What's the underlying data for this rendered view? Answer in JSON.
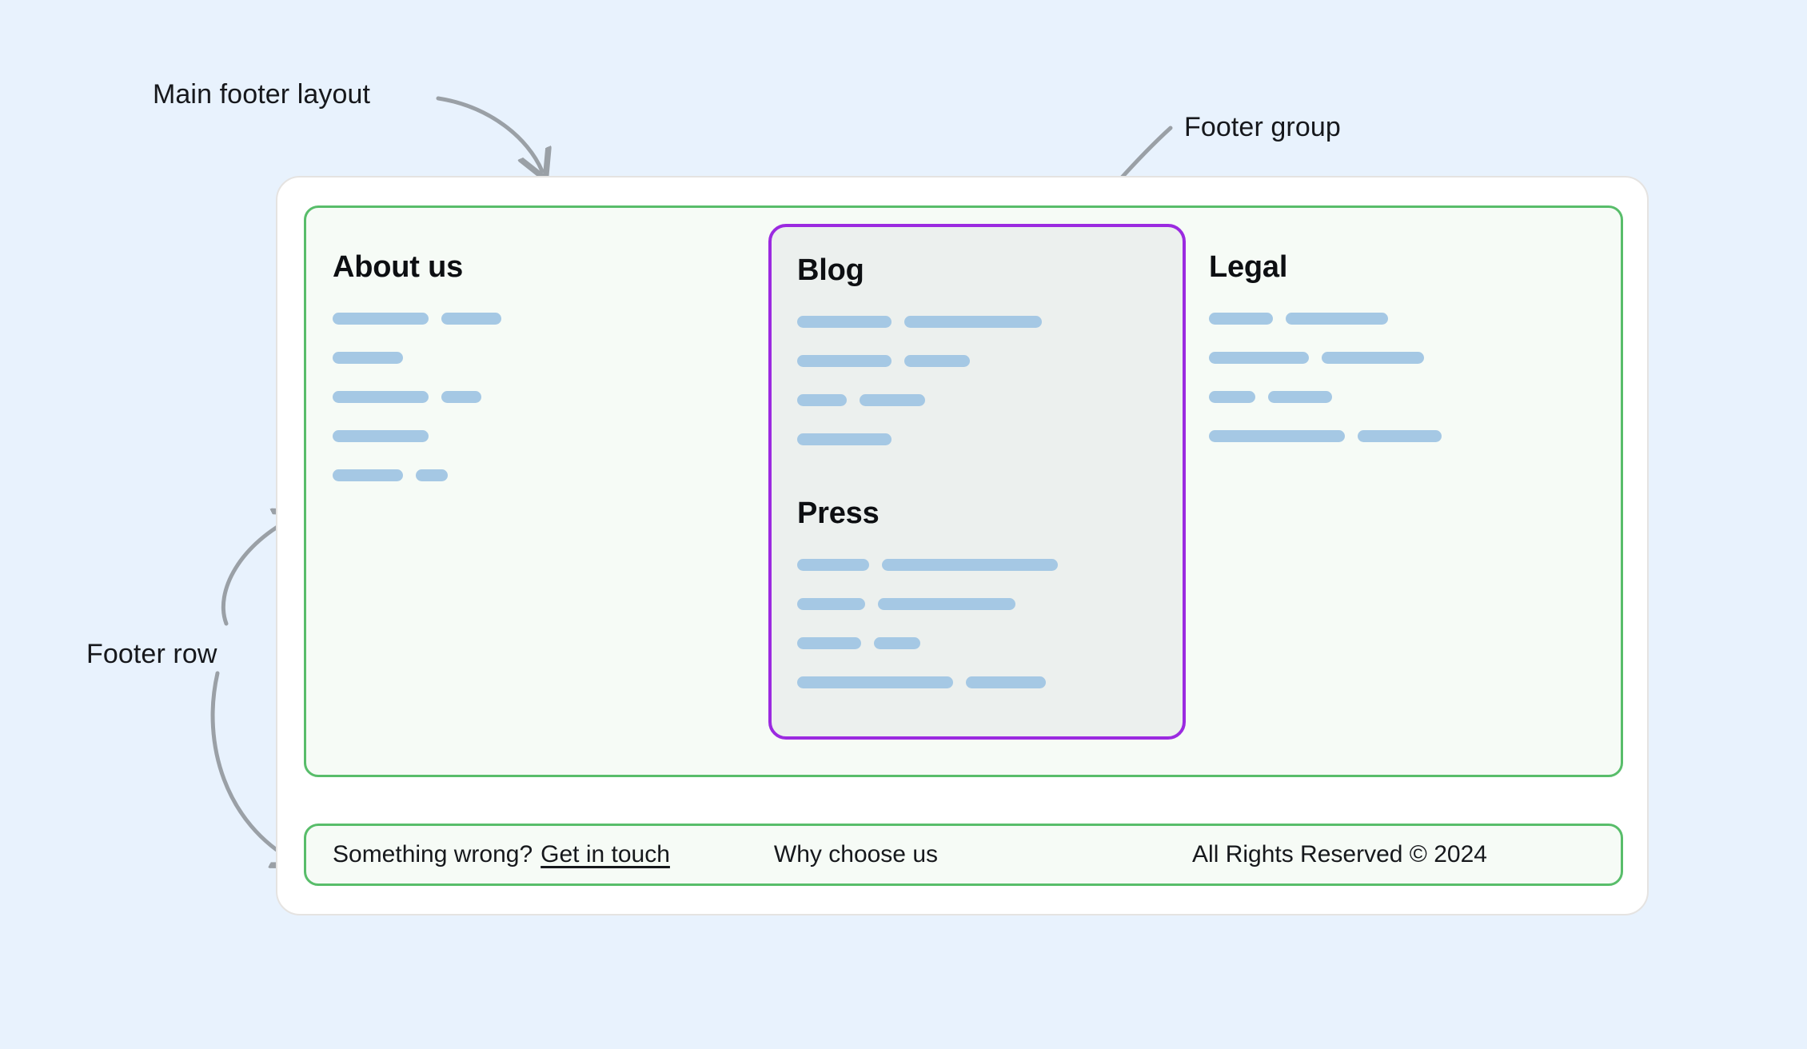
{
  "annotations": [
    {
      "id": "main-footer-layout",
      "label": "Main footer layout"
    },
    {
      "id": "footer-group",
      "label": "Footer group"
    },
    {
      "id": "footer-row",
      "label": "Footer row"
    }
  ],
  "colors": {
    "page_background": "#e8f2fd",
    "card_background": "#ffffff",
    "card_border": "#e5e3e1",
    "region_outline_green": "#58bd6a",
    "region_fill_green": "#f6fbf6",
    "group_outline_purple": "#9b2ae0",
    "group_fill": "#ecf0ee",
    "skeleton_bar": "#a5c8e4",
    "annotation_arrow": "#9aa0a6",
    "text": "#16181c"
  },
  "footer": {
    "columns": {
      "about": {
        "heading": "About us",
        "rows": [
          [
            120,
            75
          ],
          [
            88
          ],
          [
            120,
            50
          ],
          [
            120
          ],
          [
            88,
            40
          ]
        ]
      },
      "blog": {
        "heading": "Blog",
        "rows": [
          [
            118,
            172
          ],
          [
            118,
            82
          ],
          [
            62,
            82
          ],
          [
            118
          ]
        ]
      },
      "press": {
        "heading": "Press",
        "rows": [
          [
            90,
            220
          ],
          [
            85,
            172
          ],
          [
            80,
            58
          ],
          [
            195,
            100
          ]
        ]
      },
      "legal": {
        "heading": "Legal",
        "rows": [
          [
            80,
            128
          ],
          [
            125,
            128
          ],
          [
            58,
            80
          ],
          [
            170,
            105
          ]
        ]
      }
    },
    "bottom_row": {
      "left_text": "Something wrong?",
      "left_link": "Get in touch",
      "center_text": "Why choose us",
      "right_text": "All Rights Reserved © 2024"
    }
  }
}
